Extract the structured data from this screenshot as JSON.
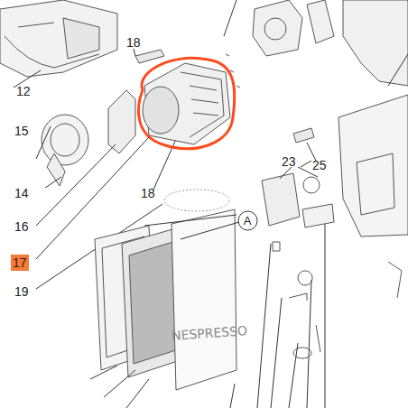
{
  "diagram": {
    "nodes": [
      {
        "text": [
          "A"
        ]
      }
    ],
    "labels": [
      "18",
      "12",
      "15",
      "18",
      "14",
      "16",
      "17",
      "19",
      "23",
      "25",
      "NESPRESSO"
    ]
  }
}
